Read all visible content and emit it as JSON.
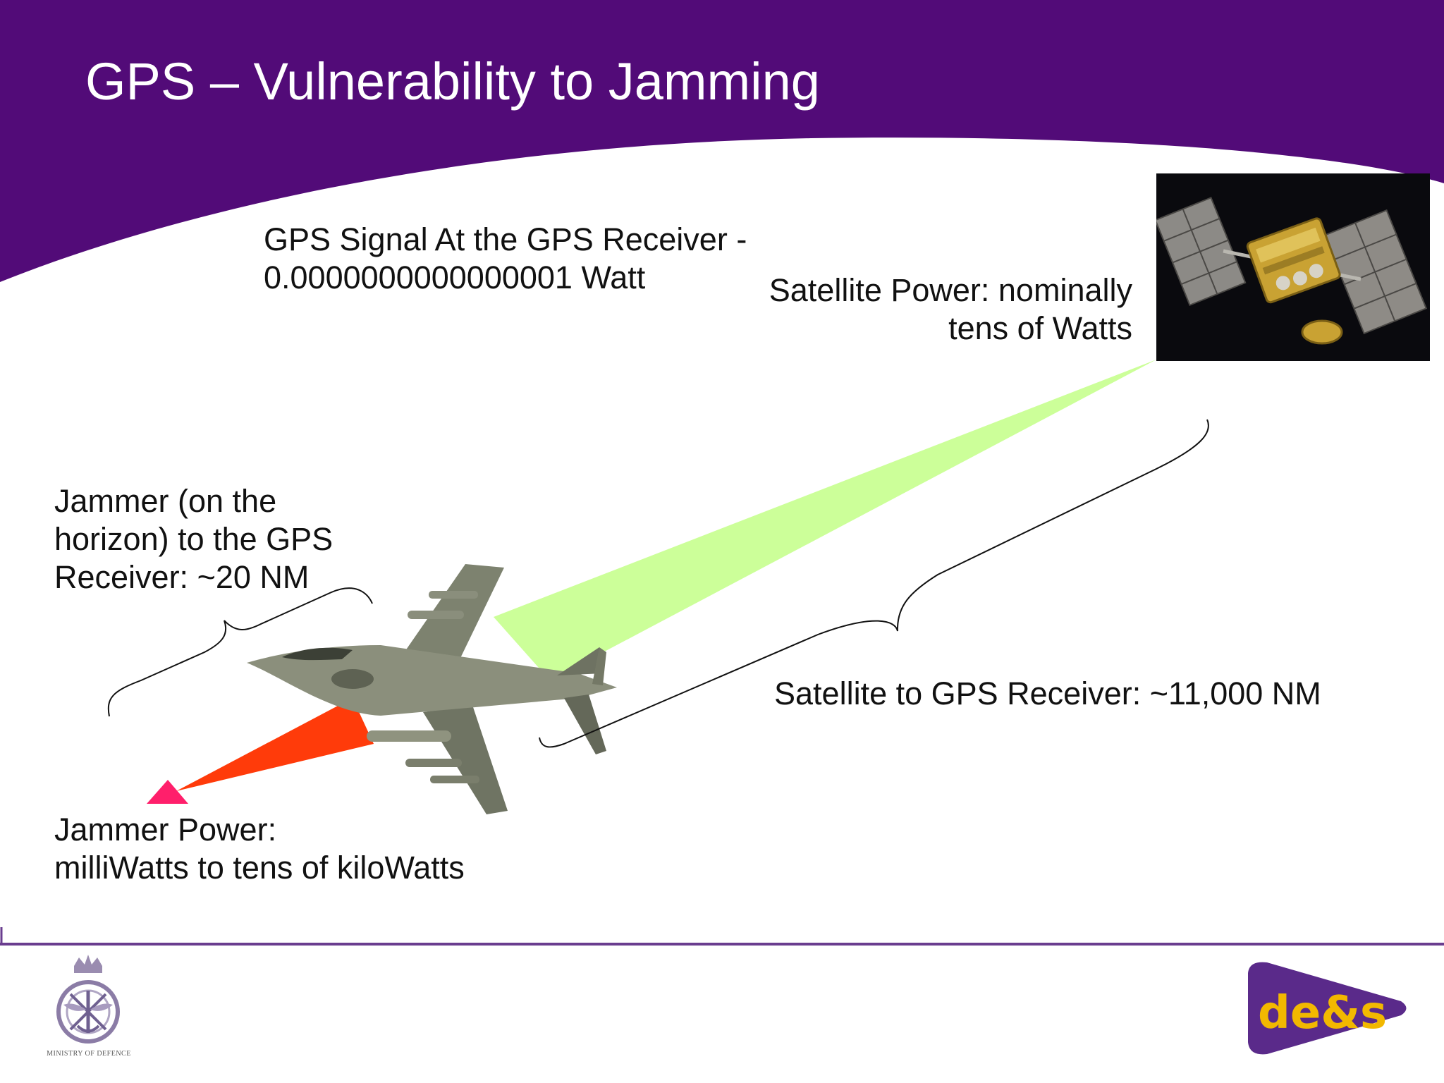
{
  "slide": {
    "title": "GPS – Vulnerability to Jamming",
    "signal_label": {
      "line1": "GPS Signal At the GPS Receiver -",
      "line2": "0.0000000000000001 Watt"
    },
    "satellite_label": {
      "line1": "Satellite Power: nominally",
      "line2": "tens of Watts"
    },
    "jammer_distance_label": {
      "line1": "Jammer (on the",
      "line2": "horizon) to the GPS",
      "line3": "Receiver: ~20 NM"
    },
    "satellite_distance_label": "Satellite to GPS Receiver: ~11,000 NM",
    "jammer_power_label": {
      "line1": "Jammer Power:",
      "line2": "milliWatts to tens of kiloWatts"
    }
  },
  "footer": {
    "mod_caption": "MINISTRY OF DEFENCE",
    "des_logo_text": "de&s"
  },
  "colors": {
    "header_purple": "#520b78",
    "satellite_beam": "#ccff99",
    "jammer_beam": "#ff3b0a",
    "jammer_marker": "#ff1f6b",
    "footer_rule": "#6a3d8f",
    "des_purple": "#5a2a8a",
    "des_gold": "#f2b800"
  },
  "icons": [
    "satellite-image",
    "harrier-jet-image",
    "jammer-marker-icon",
    "mod-crest-icon",
    "des-logo"
  ]
}
